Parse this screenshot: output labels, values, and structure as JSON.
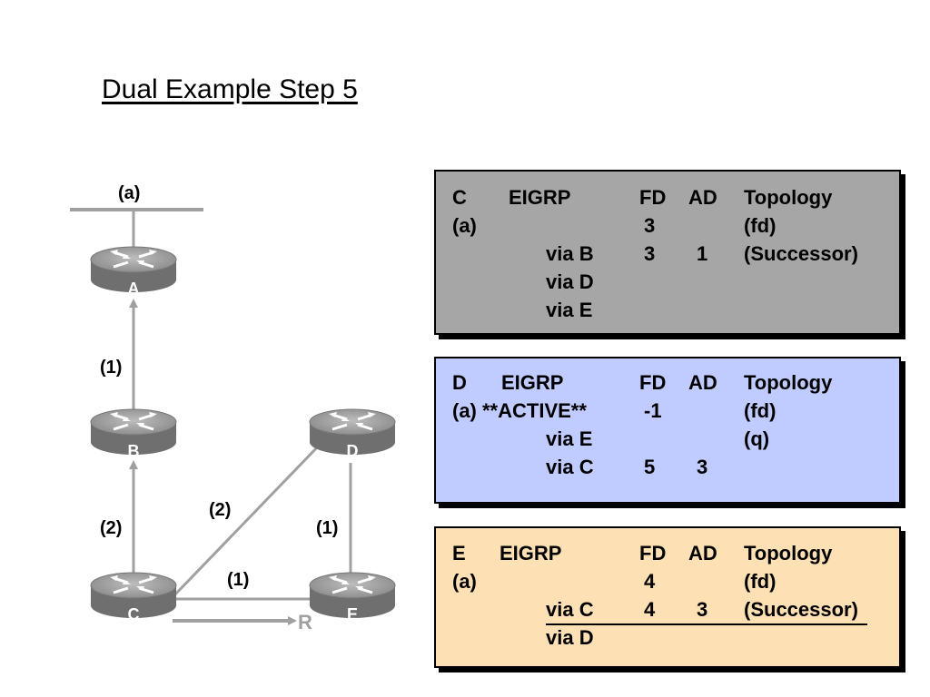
{
  "title": "Dual Example Step 5",
  "network": {
    "segment_label": "(a)",
    "routers": [
      {
        "id": "A",
        "label": "A"
      },
      {
        "id": "B",
        "label": "B"
      },
      {
        "id": "C",
        "label": "C"
      },
      {
        "id": "D",
        "label": "D"
      },
      {
        "id": "E",
        "label": "E"
      }
    ],
    "links": [
      {
        "from": "B",
        "to": "A",
        "cost": "(1)"
      },
      {
        "from": "C",
        "to": "B",
        "cost": "(2)"
      },
      {
        "from": "C",
        "to": "D",
        "cost": "(2)"
      },
      {
        "from": "E",
        "to": "D",
        "cost": "(1)"
      },
      {
        "from": "C",
        "to": "E",
        "cost": "(1)"
      }
    ],
    "reply_label": "R"
  },
  "tables": {
    "c": {
      "header": {
        "router": "C",
        "proto": "EIGRP",
        "fd": "FD",
        "ad": "AD",
        "topology": "Topology"
      },
      "dest": {
        "name": "(a)",
        "fd": "3",
        "topology": "(fd)"
      },
      "vias": [
        {
          "via": "via B",
          "fd": "3",
          "ad": "1",
          "topology": "(Successor)"
        },
        {
          "via": "via D",
          "fd": "",
          "ad": "",
          "topology": ""
        },
        {
          "via": "via E",
          "fd": "",
          "ad": "",
          "topology": ""
        }
      ]
    },
    "d": {
      "header": {
        "router": "D",
        "proto": "EIGRP",
        "fd": "FD",
        "ad": "AD",
        "topology": "Topology"
      },
      "dest": {
        "name": "(a) **ACTIVE**",
        "fd": "-1",
        "topology": "(fd)"
      },
      "vias": [
        {
          "via": "via E",
          "fd": "",
          "ad": "",
          "topology": "(q)"
        },
        {
          "via": "via C",
          "fd": "5",
          "ad": "3",
          "topology": ""
        }
      ]
    },
    "e": {
      "header": {
        "router": "E",
        "proto": "EIGRP",
        "fd": "FD",
        "ad": "AD",
        "topology": "Topology"
      },
      "dest": {
        "name": "(a)",
        "fd": "4",
        "topology": "(fd)"
      },
      "vias": [
        {
          "via": "via C",
          "fd": "4",
          "ad": "3",
          "topology": "(Successor)"
        },
        {
          "via": "via D",
          "fd": "",
          "ad": "",
          "topology": ""
        }
      ]
    }
  },
  "colors": {
    "table_c": "#a6a6a6",
    "table_d": "#c0ccff",
    "table_e": "#fde0b4",
    "router_body": "#6f6f6f",
    "link": "#a0a0a0"
  }
}
